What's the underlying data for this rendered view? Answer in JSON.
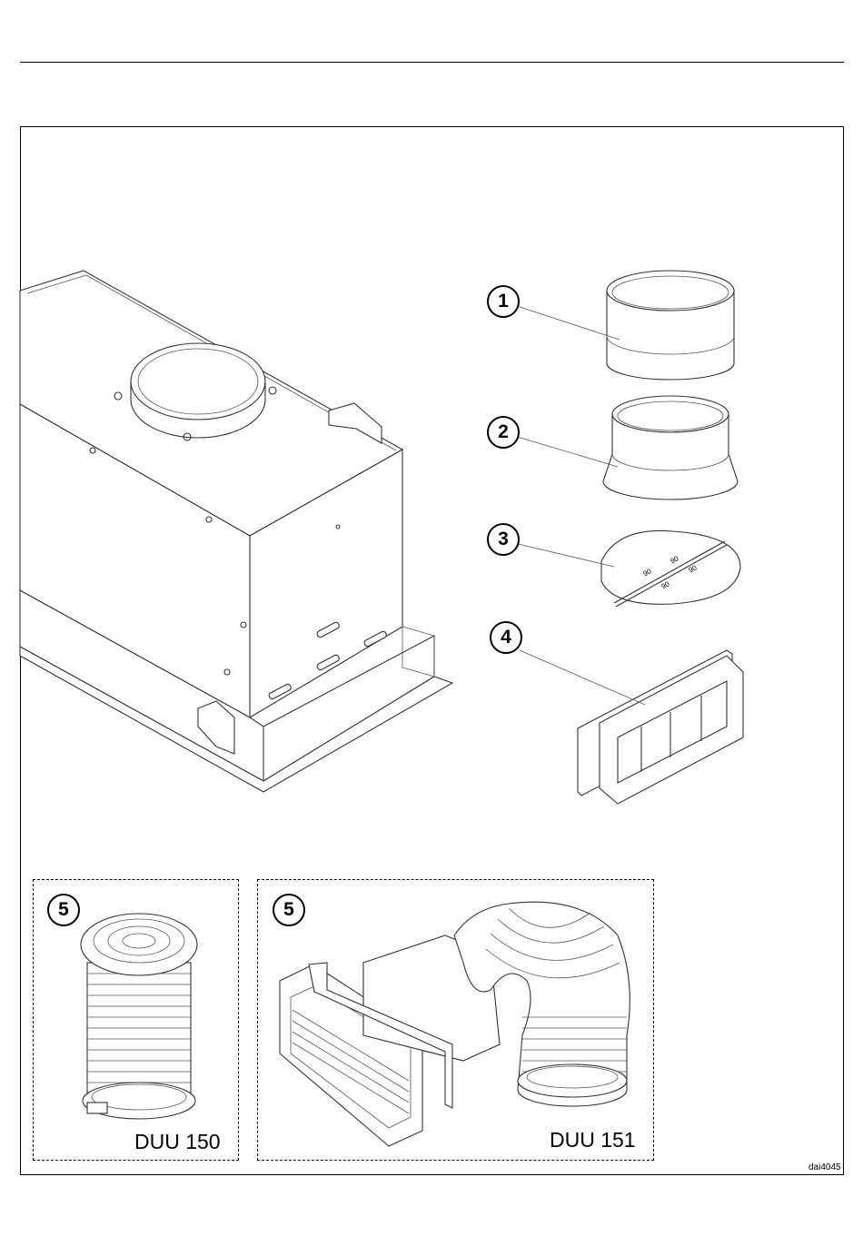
{
  "callouts": {
    "c1": "1",
    "c2": "2",
    "c3": "3",
    "c4": "4",
    "c5a": "5",
    "c5b": "5"
  },
  "models": {
    "left": "DUU 150",
    "right": "DUU 151"
  },
  "damper_marks": [
    "90",
    "90",
    "90",
    "90"
  ],
  "reference": "dai4045"
}
